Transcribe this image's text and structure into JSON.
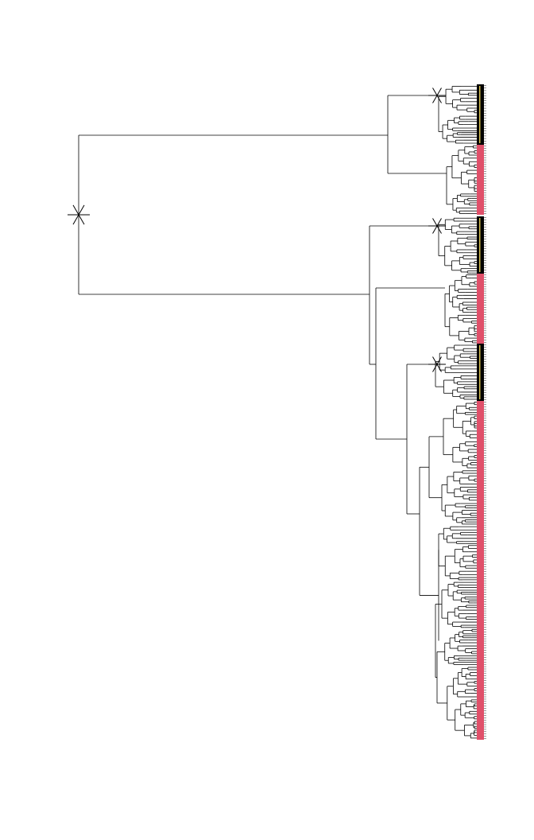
{
  "diagram": {
    "type": "phylogenetic-tree",
    "orientation": "root-left-tips-right",
    "major_clades": [
      {
        "name": "",
        "tips": 24,
        "color": "#000000",
        "marked": true
      },
      {
        "name": "",
        "tips": 30,
        "color": "#e0506a",
        "marked": false
      },
      {
        "name": "",
        "tips": 24,
        "color": "#000000",
        "marked": true
      },
      {
        "name": "",
        "tips": 30,
        "color": "#e0506a",
        "marked": false
      },
      {
        "name": "",
        "tips": 24,
        "color": "#000000",
        "marked": true
      },
      {
        "name": "",
        "tips": 146,
        "color": "#e0506a",
        "marked": false
      }
    ],
    "root_marked": true,
    "colors": {
      "branch": "#000000",
      "tip_black": "#000000",
      "tip_pink": "#e0506a",
      "tip_accent": "#d6c050"
    },
    "marker_icon": "asterisk-star-icon"
  }
}
